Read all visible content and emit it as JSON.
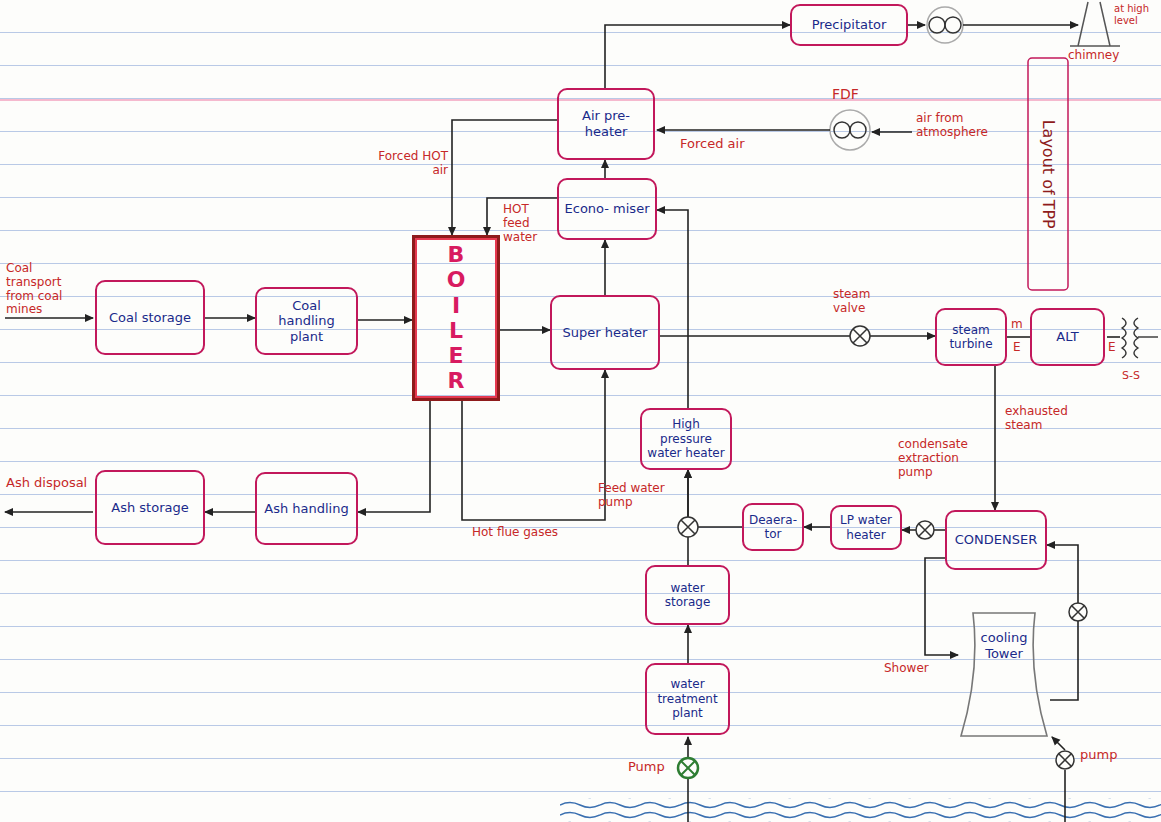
{
  "diagram": {
    "nodes": [
      {
        "text": [
          "Precipitator"
        ]
      },
      {
        "text": [
          "Air pre- heater"
        ]
      },
      {
        "text": [
          "Econo- miser"
        ]
      },
      {
        "text": [
          "BOILER"
        ]
      },
      {
        "text": [
          "Coal storage"
        ]
      },
      {
        "text": [
          "Coal handling plant"
        ]
      },
      {
        "text": [
          "Super heater"
        ]
      },
      {
        "text": [
          "steam turbine"
        ]
      },
      {
        "text": [
          "ALT"
        ]
      },
      {
        "text": [
          "High pressure water heater"
        ]
      },
      {
        "text": [
          "Ash storage"
        ]
      },
      {
        "text": [
          "Ash handling"
        ]
      },
      {
        "text": [
          "Deaera- tor"
        ]
      },
      {
        "text": [
          "LP water heater"
        ]
      },
      {
        "text": [
          "CONDENSER"
        ]
      },
      {
        "text": [
          "water storage"
        ]
      },
      {
        "text": [
          "water treatment plant"
        ]
      },
      {
        "text": [
          "cooling Tower"
        ]
      }
    ],
    "edges": [
      {
        "from": 4,
        "to": 5,
        "arrow": "to"
      },
      {
        "from": 5,
        "to": 3,
        "arrow": "to"
      },
      {
        "from": 3,
        "to": 6,
        "arrow": "to"
      },
      {
        "from": 6,
        "to": 7,
        "arrow": "to"
      },
      {
        "from": 7,
        "to": 8,
        "arrow": "none"
      },
      {
        "from": 7,
        "to": 14,
        "label": "exhausted steam",
        "arrow": "to"
      },
      {
        "from": 14,
        "to": 13,
        "arrow": "to"
      },
      {
        "from": 13,
        "to": 12,
        "arrow": "to"
      },
      {
        "from": 12,
        "to": 9,
        "arrow": "to"
      },
      {
        "from": 16,
        "to": 15,
        "arrow": "to"
      },
      {
        "from": 15,
        "to": 9,
        "arrow": "to"
      },
      {
        "from": 9,
        "to": 2,
        "arrow": "to"
      },
      {
        "from": 2,
        "to": 3,
        "label": "HOT feed water",
        "arrow": "to"
      },
      {
        "from": 1,
        "to": 3,
        "label": "Forced HOT air",
        "arrow": "to"
      },
      {
        "from": 3,
        "to": 6,
        "label": "Hot flue gases",
        "arrow": "to"
      },
      {
        "from": 6,
        "to": 2,
        "arrow": "to"
      },
      {
        "from": 2,
        "to": 1,
        "arrow": "to"
      },
      {
        "from": 1,
        "to": 0,
        "arrow": "to"
      },
      {
        "from": 3,
        "to": 11,
        "arrow": "to"
      },
      {
        "from": 11,
        "to": 10,
        "arrow": "to"
      },
      {
        "from": 14,
        "to": 17,
        "arrow": "to"
      },
      {
        "from": 17,
        "to": 14,
        "arrow": "to"
      }
    ],
    "labels": [
      "at high level",
      "chimney",
      "FDF",
      "air from atmosphere",
      "Forced air",
      "Layout of TPP",
      "Coal transport from coal mines",
      "steam valve",
      "m",
      "E",
      "E",
      "S-S",
      "condensate extraction pump",
      "Ash disposal",
      "Feed water pump",
      "Shower",
      "Pump",
      "pump"
    ]
  }
}
